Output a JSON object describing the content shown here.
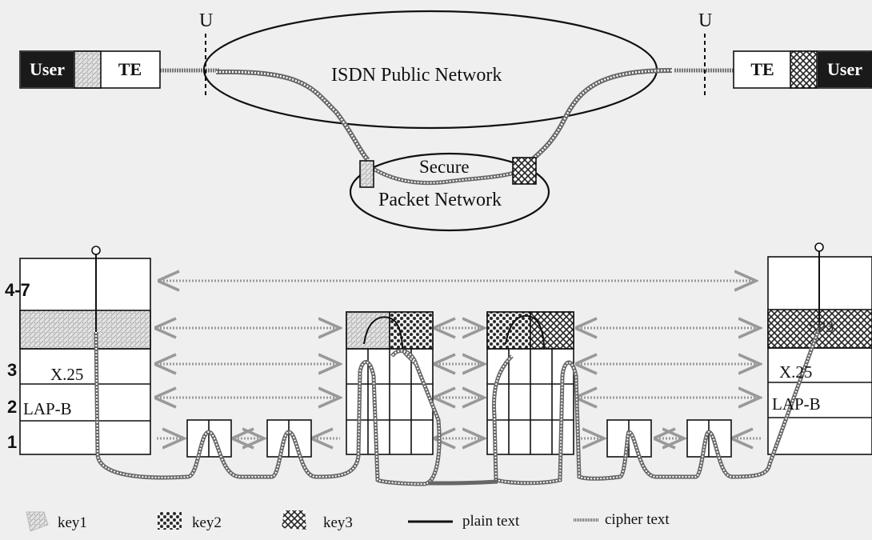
{
  "top": {
    "left_user": "User",
    "left_te": "TE",
    "right_user": "User",
    "right_te": "TE",
    "u_left": "U",
    "u_right": "U",
    "isdn_label": "ISDN Public Network",
    "secure_label": "Secure",
    "packet_label": "Packet Network"
  },
  "layers": {
    "upper": "4-7",
    "network": "3",
    "link": "2",
    "physical": "1"
  },
  "stack_labels": {
    "left_x25": "X.25",
    "left_lapb": "LAP-B",
    "right_x25": "X.25",
    "right_lapb": "LAP-B",
    "right_sp": "SP3"
  },
  "legend": {
    "key1": "key1",
    "key2": "key2",
    "key3": "key3",
    "plain": "plain text",
    "cipher": "cipher text"
  }
}
